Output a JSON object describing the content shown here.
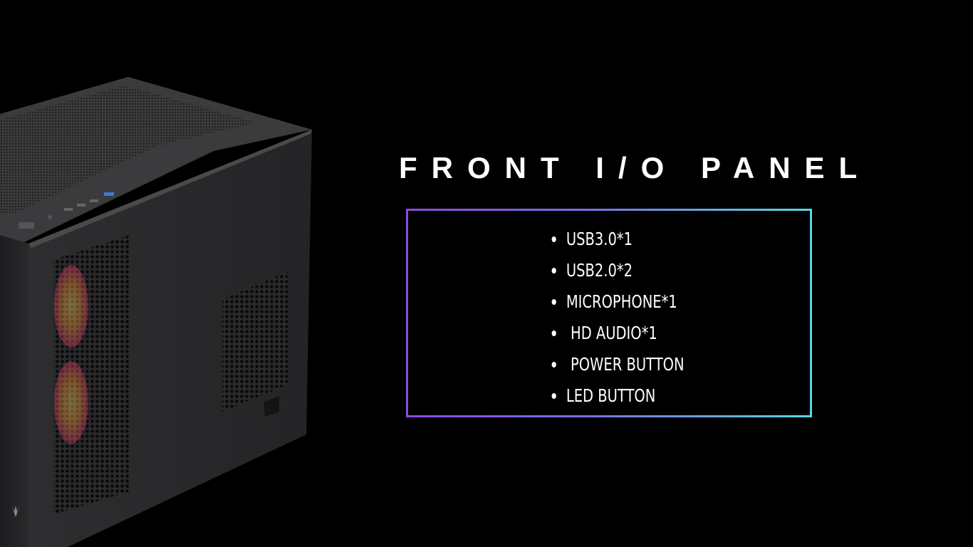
{
  "title": "FRONT I/O PANEL",
  "specs": {
    "items": [
      "USB3.0*1",
      "USB2.0*2",
      "MICROPHONE*1",
      " HD AUDIO*1",
      " POWER BUTTON",
      "LED BUTTON"
    ]
  },
  "colors": {
    "background": "#000000",
    "text": "#ffffff",
    "border_gradient_start": "#8a4ae0",
    "border_gradient_end": "#5ad7dc",
    "case_body": "#2b2b2d"
  }
}
